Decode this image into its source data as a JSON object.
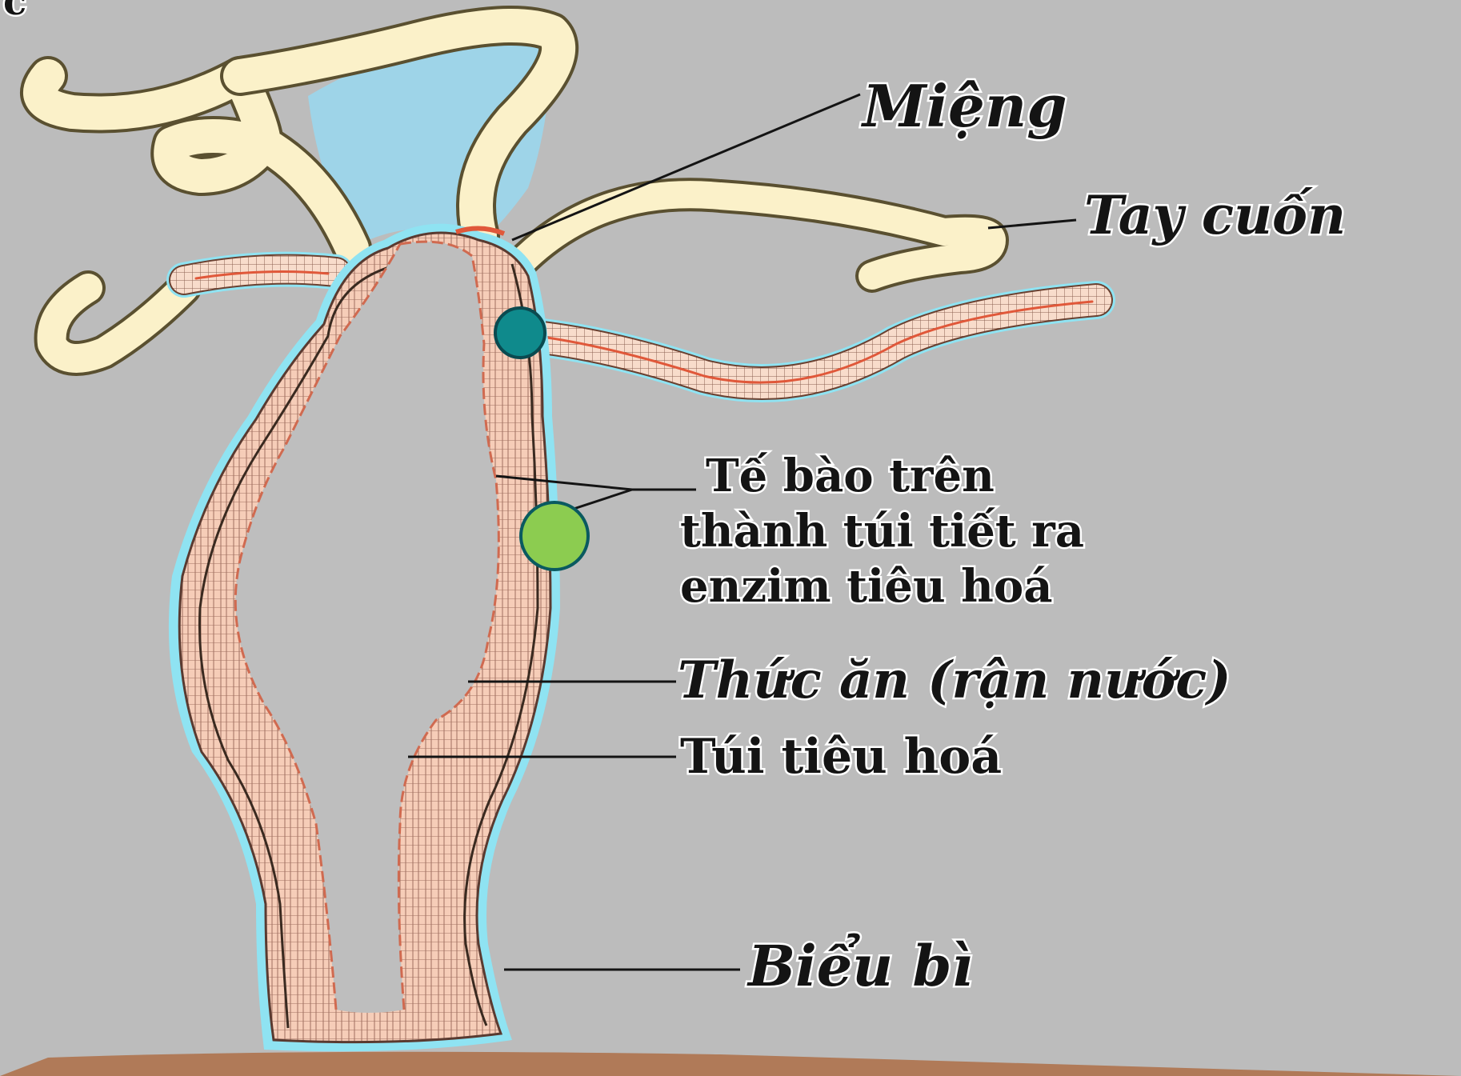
{
  "labels": {
    "mouth": "Miệng",
    "tentacle": "Tay cuốn",
    "cells_line1": "Tế bào trên",
    "cells_line2": "thành túi tiết ra",
    "cells_line3": "enzim tiêu hoá",
    "food": "Thức ăn (rận nước)",
    "sac": "Túi tiêu hoá",
    "epidermis": "Biểu bì",
    "corner_letter": "c"
  },
  "colors": {
    "background": "#bcbcbc",
    "water_sky": "#9ed4e8",
    "tentacle_fill": "#fbf1c9",
    "tentacle_edge": "#5a5030",
    "tissue_fill": "#f6cdb8",
    "cell_line": "#8a5a48",
    "gut_cavity": "#bebebe",
    "outline_cyan": "#8fe3f2",
    "accent_red": "#e0583a",
    "marker_teal": "#0f8a8c",
    "marker_green": "#8ccc50",
    "marker_stroke": "#0a5a60",
    "ground": "#b07a58"
  }
}
